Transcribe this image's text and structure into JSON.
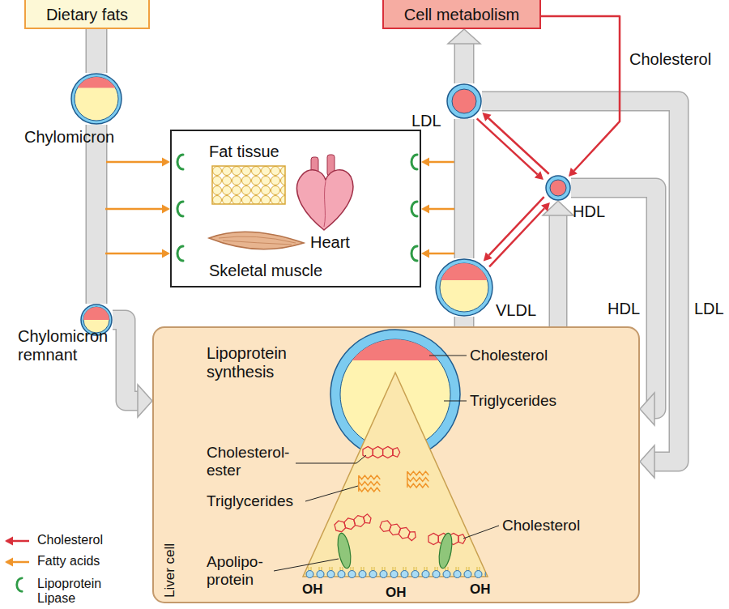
{
  "diagram": {
    "nodes": [
      {
        "text": [
          "Dietary fats"
        ]
      },
      {
        "text": [
          "Cell metabolism"
        ]
      },
      {
        "text": [
          "Chylomicron"
        ]
      },
      {
        "text": [
          "LDL"
        ]
      },
      {
        "text": [
          "Fat tissue",
          "Heart",
          "Skeletal muscle"
        ]
      },
      {
        "text": [
          "HDL"
        ]
      },
      {
        "text": [
          "VLDL"
        ]
      },
      {
        "text": [
          "Chylomicron remnant"
        ]
      },
      {
        "text": [
          "Liver cell",
          "Lipoprotein synthesis"
        ]
      }
    ],
    "edges": [
      {
        "from": 0,
        "to": 2,
        "arrow": "none"
      },
      {
        "from": 2,
        "to": 7,
        "arrow": "none"
      },
      {
        "from": 7,
        "to": 8,
        "arrow": "to"
      },
      {
        "from": 2,
        "to": 4,
        "arrow": "to"
      },
      {
        "from": 6,
        "to": 4,
        "arrow": "to"
      },
      {
        "from": 8,
        "to": 6,
        "arrow": "none"
      },
      {
        "from": 6,
        "to": 3,
        "arrow": "none"
      },
      {
        "from": 3,
        "to": 1,
        "arrow": "to"
      },
      {
        "from": 3,
        "to": 8,
        "arrow": "to",
        "label": "LDL"
      },
      {
        "from": 5,
        "to": 8,
        "arrow": "to",
        "label": "HDL"
      },
      {
        "from": 8,
        "to": 5,
        "arrow": "to"
      },
      {
        "from": 1,
        "to": 5,
        "arrow": "to",
        "label": "Cholesterol"
      },
      {
        "from": 3,
        "to": 5,
        "arrow": "to"
      },
      {
        "from": 5,
        "to": 3,
        "arrow": "to"
      },
      {
        "from": 6,
        "to": 5,
        "arrow": "to"
      },
      {
        "from": 5,
        "to": 6,
        "arrow": "to"
      }
    ],
    "labels": [
      "Cholesterol",
      "Triglycerides",
      "Cholesterol-ester",
      "Triglycerides",
      "Cholesterol",
      "Apolipo-protein",
      "OH",
      "OH",
      "OH"
    ],
    "legend": [
      {
        "text": "Cholesterol",
        "color": "#d9303a"
      },
      {
        "text": "Fatty acids",
        "color": "#f0952a"
      },
      {
        "text": "Lipoprotein Lipase"
      }
    ]
  }
}
